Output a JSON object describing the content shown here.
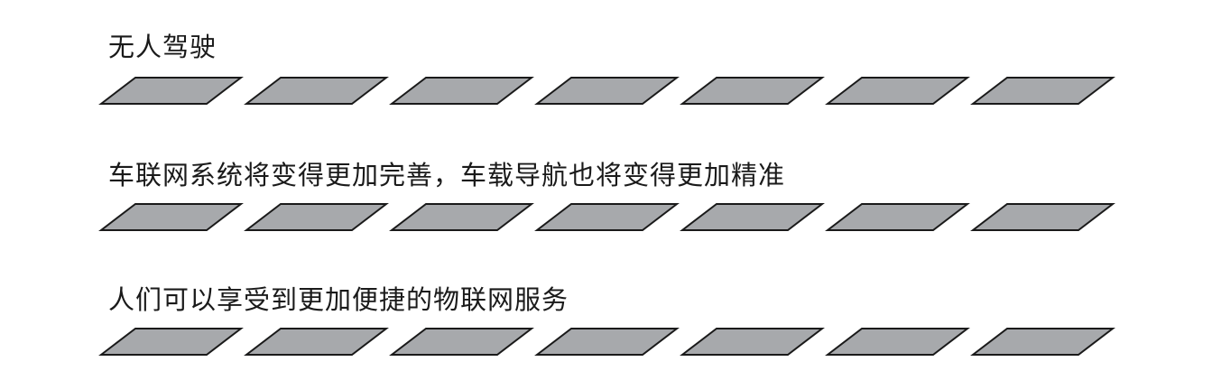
{
  "lines": [
    {
      "text": "无人驾驶",
      "tiles": 7
    },
    {
      "text": "车联网系统将变得更加完善，车载导航也将变得更加精准",
      "tiles": 7
    },
    {
      "text": "人们可以享受到更加便捷的物联网服务",
      "tiles": 7
    }
  ],
  "colors": {
    "tile_fill": "#a7a9ac",
    "tile_stroke": "#1a1a1a",
    "text": "#1a1a1a"
  }
}
